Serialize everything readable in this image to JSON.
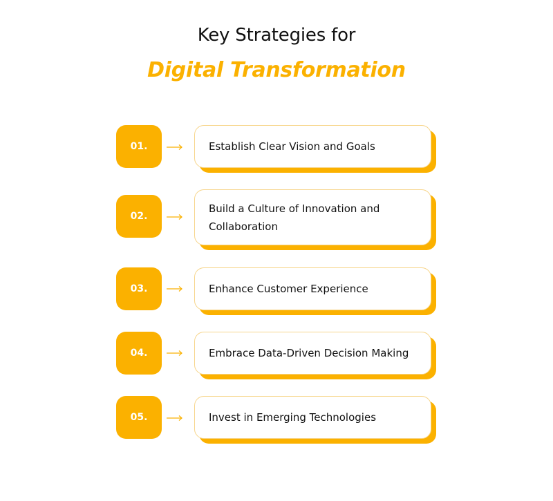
{
  "title": {
    "line1": "Key Strategies for",
    "line2": "Digital Transformation"
  },
  "colors": {
    "accent": "#fbb100",
    "text": "#111111",
    "card_border": "#f7d58a"
  },
  "steps": [
    {
      "number": "01.",
      "text": "Establish Clear Vision and Goals"
    },
    {
      "number": "02.",
      "text": "Build a Culture of Innovation and Collaboration"
    },
    {
      "number": "03.",
      "text": "Enhance Customer Experience"
    },
    {
      "number": "04.",
      "text": "Embrace Data-Driven Decision Making"
    },
    {
      "number": "05.",
      "text": "Invest in Emerging Technologies"
    }
  ]
}
